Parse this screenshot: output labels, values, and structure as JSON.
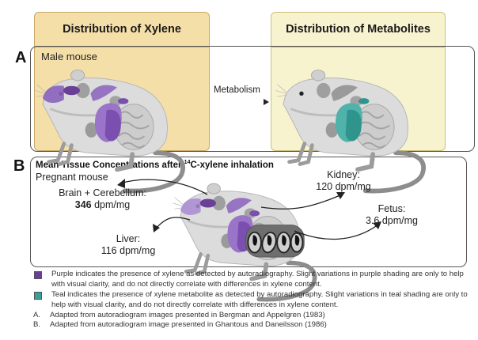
{
  "panels": {
    "xylene": {
      "title": "Distribution of Xylene",
      "background": "#f5dfa8"
    },
    "metabolites": {
      "title": "Distribution of Metabolites",
      "background": "#f8f3cf"
    }
  },
  "section_a": {
    "letter": "A",
    "subject_label": "Male mouse",
    "arrow_label": "Metabolism"
  },
  "section_b": {
    "letter": "B",
    "title_prefix": "Mean Tissue Concentrations after ",
    "title_superscript": "14",
    "title_suffix": "C-xylene inhalation",
    "subject_label": "Pregnant mouse",
    "concentrations": [
      {
        "tissue": "Brain + Cerebellum:",
        "value": "346",
        "unit": " dpm/mg",
        "bold_value": true
      },
      {
        "tissue": "Liver:",
        "value": "116",
        "unit": " dpm/mg",
        "bold_value": false
      },
      {
        "tissue": "Kidney:",
        "value": "120",
        "unit": " dpm/mg",
        "bold_value": false
      },
      {
        "tissue": "Fetus:",
        "value": "3.6",
        "unit": " dpm/mg",
        "bold_value": false
      }
    ]
  },
  "legend": {
    "items": [
      {
        "color": "#6a3f96",
        "text": "Purple indicates the presence of xylene as detected by autoradiography. Slight variations in purple shading are only to help with visual clarity, and do not directly correlate with differences in xylene content."
      },
      {
        "color": "#3a9f97",
        "text": "Teal indicates the presence of xylene metabolite as detected by autoradiography. Slight variations in teal shading are only to help with visual clarity, and do not directly correlate with differences in xylene content."
      }
    ],
    "references": [
      {
        "letter": "A.",
        "text": "Adapted from autoradiogram images presented in Bergman and Appelgren (1983)"
      },
      {
        "letter": "B.",
        "text": "Adapted from autoradiogram image presented in Ghantous and Daneilsson (1986)"
      }
    ]
  },
  "colors": {
    "xylene_purple": "#8a62bd",
    "xylene_purple_dark": "#6a3f96",
    "metabolite_teal": "#3a9f97",
    "mouse_body": "#d9d9d9",
    "organ_gray": "#9a9a9a"
  }
}
